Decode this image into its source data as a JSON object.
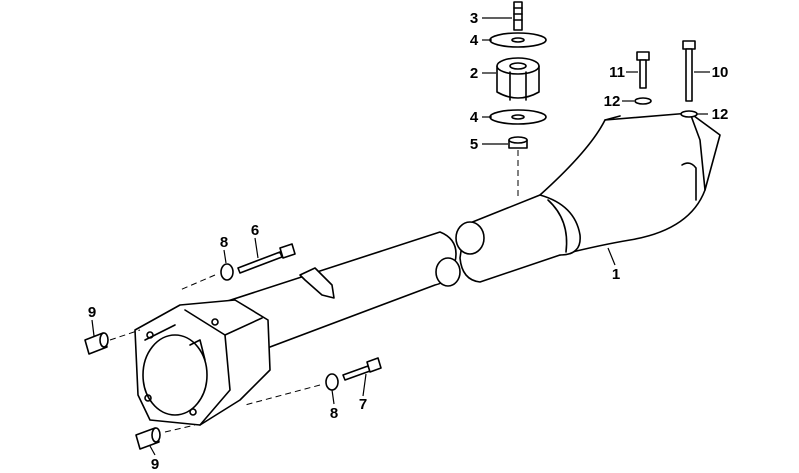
{
  "diagram": {
    "callouts": [
      {
        "id": "c3",
        "text": "3"
      },
      {
        "id": "c4a",
        "text": "4"
      },
      {
        "id": "c2",
        "text": "2"
      },
      {
        "id": "c4b",
        "text": "4"
      },
      {
        "id": "c5",
        "text": "5"
      },
      {
        "id": "c11",
        "text": "11"
      },
      {
        "id": "c10",
        "text": "10"
      },
      {
        "id": "c12a",
        "text": "12"
      },
      {
        "id": "c12b",
        "text": "12"
      },
      {
        "id": "c1",
        "text": "1"
      },
      {
        "id": "c8a",
        "text": "8"
      },
      {
        "id": "c6",
        "text": "6"
      },
      {
        "id": "c9a",
        "text": "9"
      },
      {
        "id": "c9b",
        "text": "9"
      },
      {
        "id": "c8b",
        "text": "8"
      },
      {
        "id": "c7",
        "text": "7"
      }
    ]
  }
}
